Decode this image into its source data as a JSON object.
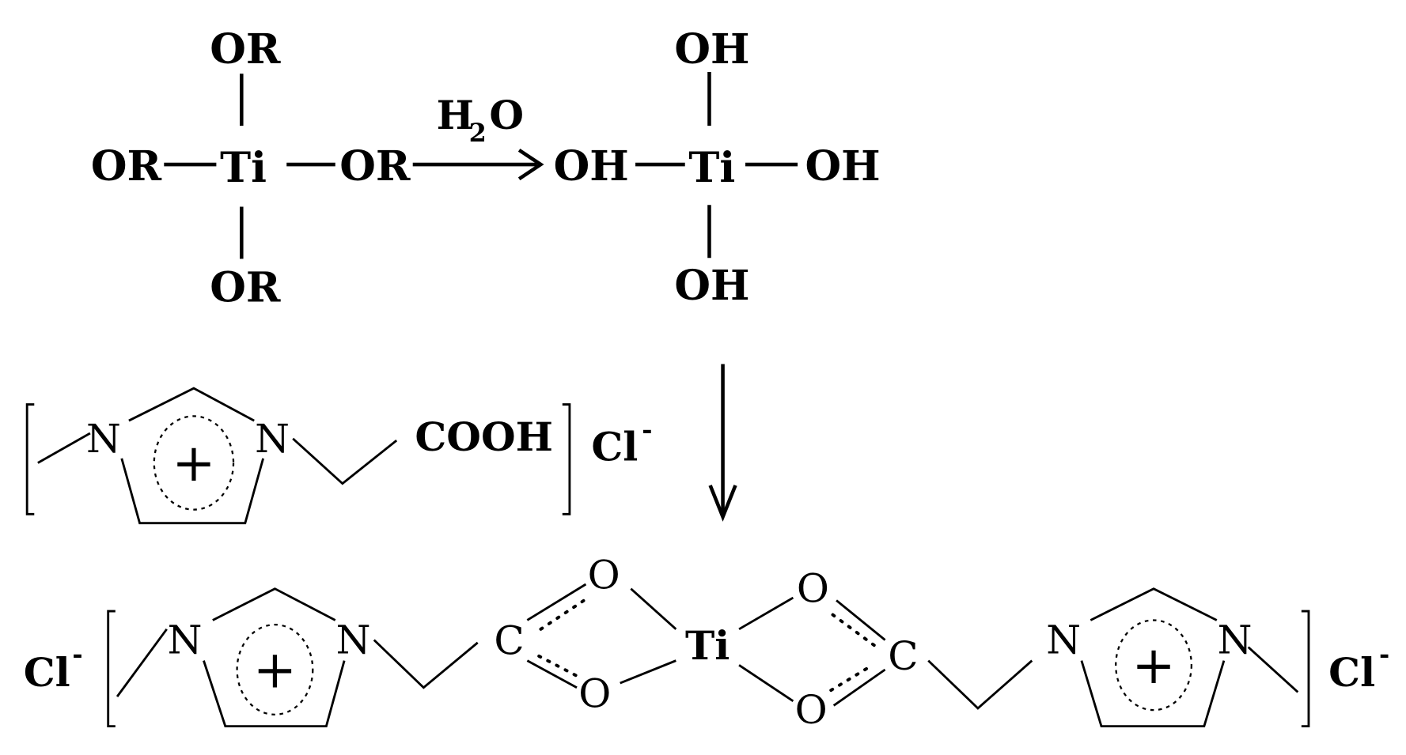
{
  "reaction": {
    "reagent_label_main": "H",
    "reagent_label_sub": "2",
    "reagent_label_end": "O",
    "reactant": {
      "center": "Ti",
      "top": "OR",
      "left": "OR",
      "right": "OR",
      "bottom": "OR"
    },
    "hydrolysis_product": {
      "center": "Ti",
      "top": "OH",
      "left": "OH",
      "right": "OH",
      "bottom": "OH"
    },
    "ionic_liquid": {
      "n1": "N",
      "n2": "N",
      "group": "COOH",
      "charge": "+",
      "counterion": "Cl",
      "counterion_charge": "-"
    },
    "complex": {
      "left_counterion": "Cl",
      "right_counterion": "Cl",
      "counterion_charge": "-",
      "left_n1": "N",
      "left_n2": "N",
      "right_n1": "N",
      "right_n2": "N",
      "charge": "+",
      "carbon_left": "C",
      "carbon_right": "C",
      "metal": "Ti",
      "o_top_left": "O",
      "o_bottom_left": "O",
      "o_top_right": "O",
      "o_bottom_right": "O"
    }
  }
}
